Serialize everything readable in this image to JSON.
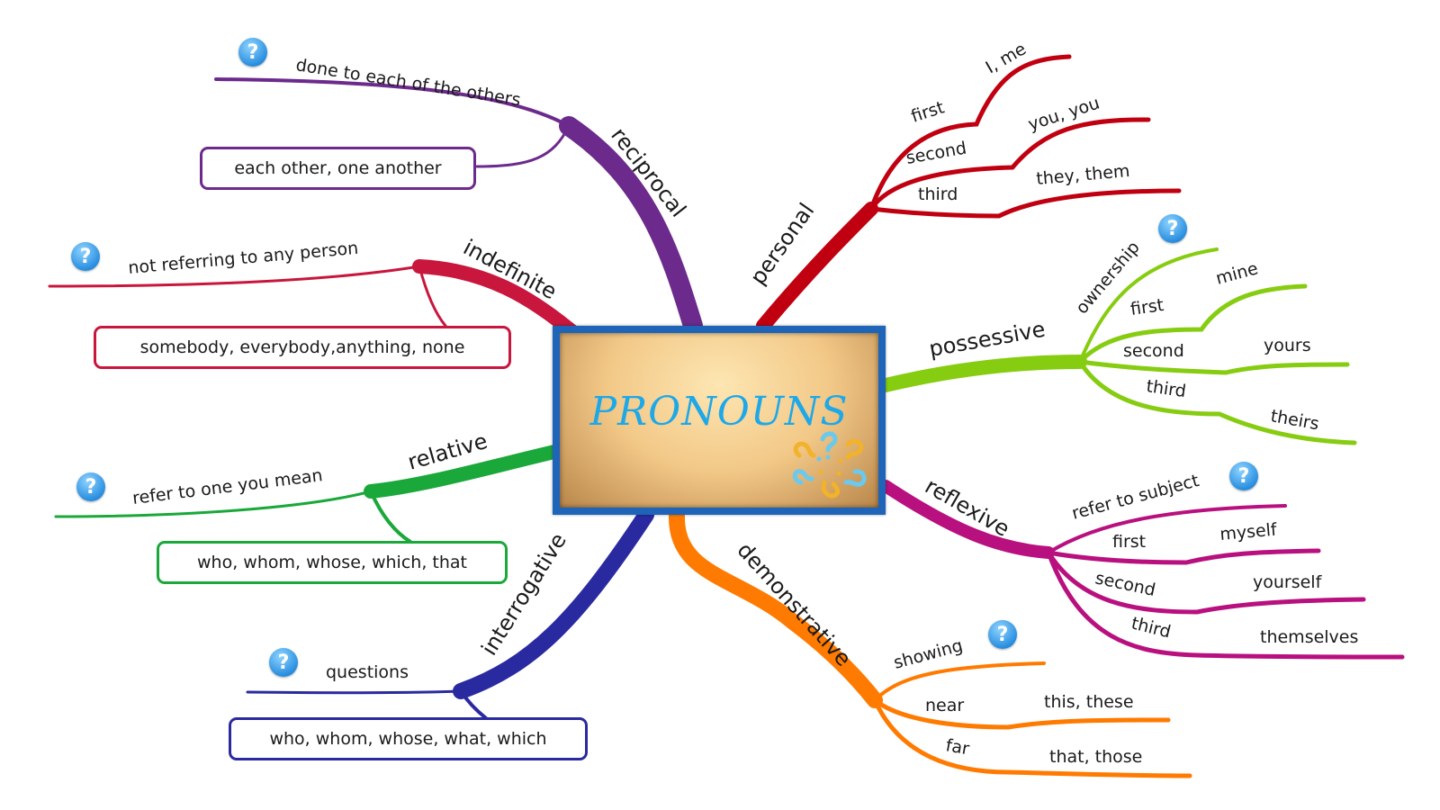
{
  "central_topic": {
    "title": "PRONOUNS",
    "icon": "question-marks-icon"
  },
  "colors": {
    "reciprocal": "#6b2a8c",
    "indefinite": "#c8163c",
    "relative": "#1aa83a",
    "interrogative": "#2a2aa0",
    "personal": "#c00010",
    "possessive": "#86cc10",
    "reflexive": "#b8107e",
    "demonstrative": "#ff7a00",
    "center_border": "#1e64b8",
    "title": "#1ea8e8"
  },
  "branches": {
    "reciprocal": {
      "label": "reciprocal",
      "definition": "done to each of the others",
      "examples": "each other, one another",
      "has_help_icon": true
    },
    "indefinite": {
      "label": "indefinite",
      "definition": "not referring to any person",
      "examples": "somebody, everybody,anything, none",
      "has_help_icon": true
    },
    "relative": {
      "label": "relative",
      "definition": "refer to one you mean",
      "examples": "who, whom, whose, which, that",
      "has_help_icon": true
    },
    "interrogative": {
      "label": "interrogative",
      "definition": "questions",
      "examples": "who, whom, whose, what, which",
      "has_help_icon": true
    },
    "personal": {
      "label": "personal",
      "items": [
        {
          "person": "first",
          "form": "I, me"
        },
        {
          "person": "second",
          "form": "you, you"
        },
        {
          "person": "third",
          "form": "they, them"
        }
      ]
    },
    "possessive": {
      "label": "possessive",
      "definition": "ownership",
      "has_help_icon": true,
      "items": [
        {
          "person": "first",
          "form": "mine"
        },
        {
          "person": "second",
          "form": "yours"
        },
        {
          "person": "third",
          "form": "theirs"
        }
      ]
    },
    "reflexive": {
      "label": "reflexive",
      "definition": "refer to subject",
      "has_help_icon": true,
      "items": [
        {
          "person": "first",
          "form": "myself"
        },
        {
          "person": "second",
          "form": "yourself"
        },
        {
          "person": "third",
          "form": "themselves"
        }
      ]
    },
    "demonstrative": {
      "label": "demonstrative",
      "definition": "showing",
      "has_help_icon": true,
      "items": [
        {
          "person": "near",
          "form": "this, these"
        },
        {
          "person": "far",
          "form": "that, those"
        }
      ]
    }
  },
  "help_icon_glyph": "?"
}
